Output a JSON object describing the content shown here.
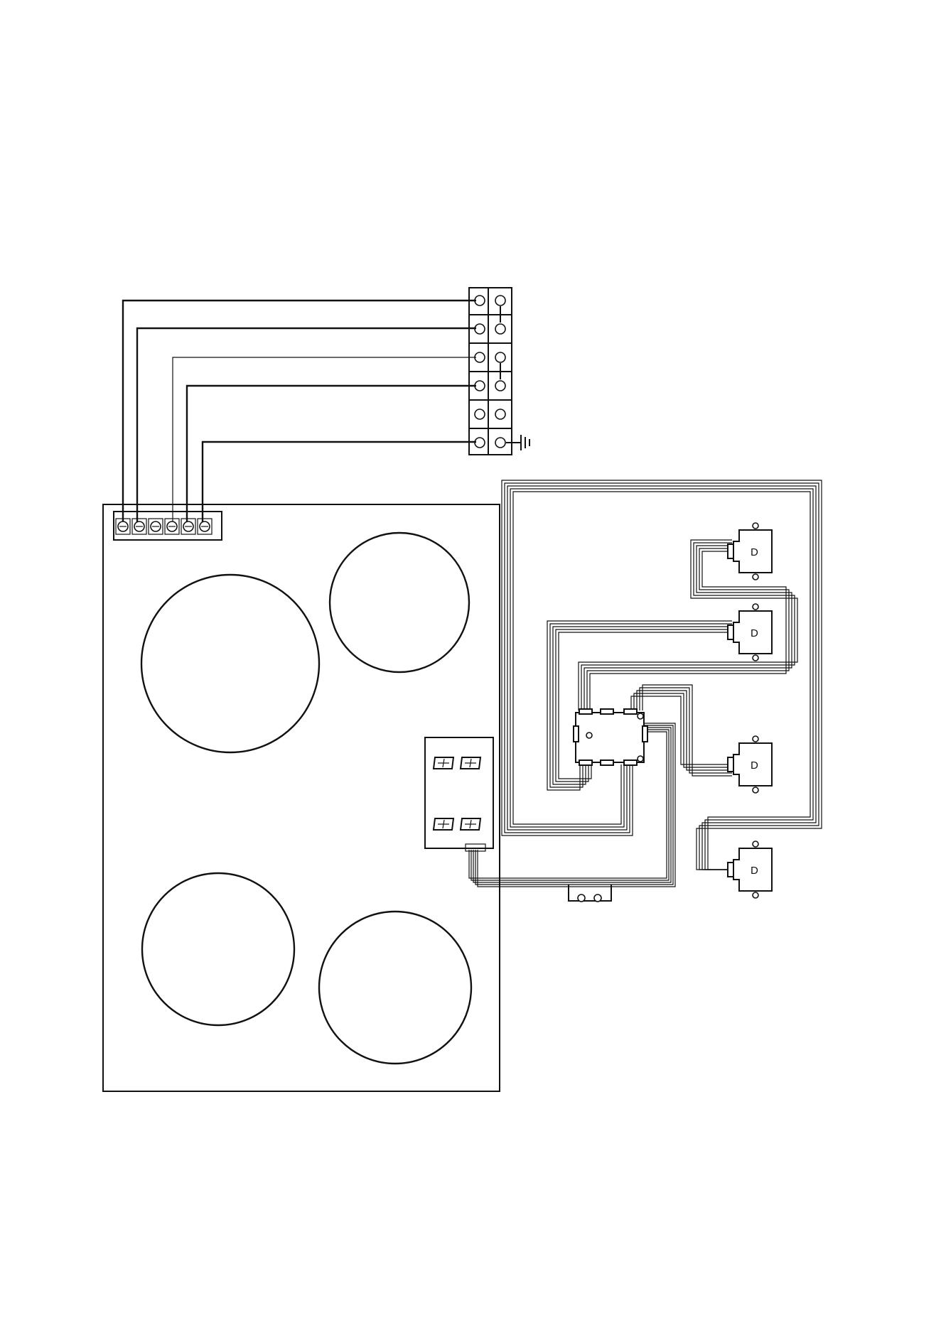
{
  "colors": {
    "stroke": "#111111",
    "background": "#ffffff"
  },
  "components": {
    "mains_terminal_block": {
      "rows": 6,
      "columns": 2
    },
    "hob_terminal_strip": {
      "screws": 6
    },
    "cooking_zones": {
      "count": 4
    },
    "display_panel": {
      "digits": 4
    },
    "heating_element_connectors": {
      "count": 4,
      "label": "D"
    },
    "control_board": {
      "count": 1
    },
    "earth_symbol": {
      "name": "ground-icon"
    }
  }
}
